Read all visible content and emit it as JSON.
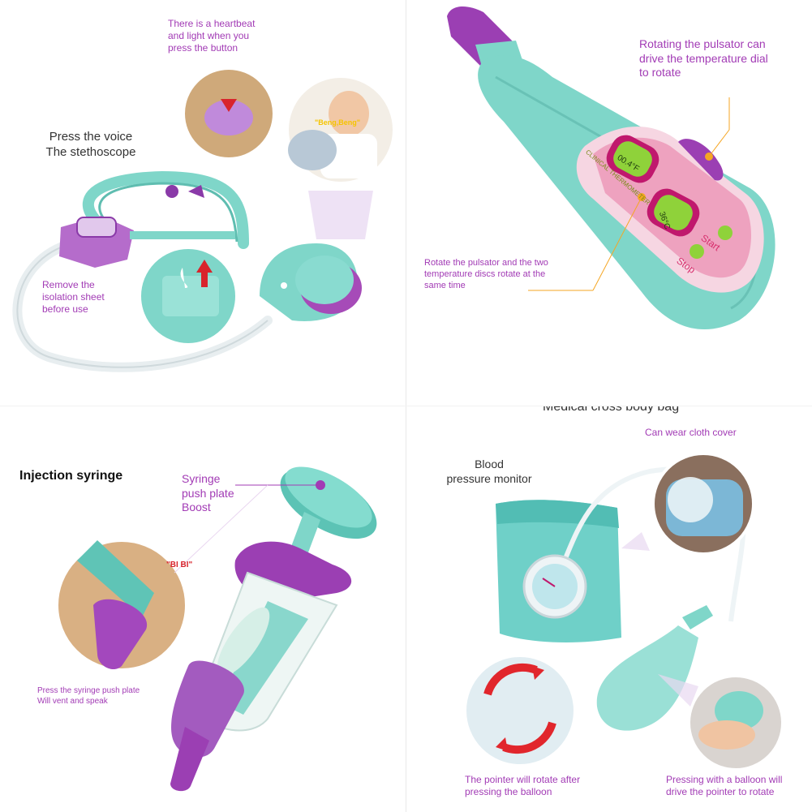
{
  "stethoscope": {
    "title_line1": "Press the voice",
    "title_line2": "The stethoscope",
    "heartbeat_line1": "There is a heartbeat",
    "heartbeat_line2": "and light when you",
    "heartbeat_line3": "press the button",
    "isolation_line1": "Remove the",
    "isolation_line2": "isolation sheet",
    "isolation_line3": "before use",
    "sound_tag": "\"Beng,Beng\""
  },
  "thermometer": {
    "rotate_line1": "Rotating the pulsator can",
    "rotate_line2": "drive the temperature dial",
    "rotate_line3": "to rotate",
    "discs_line1": "Rotate the pulsator and the two",
    "discs_line2": "temperature discs rotate at the",
    "discs_line3": "same time",
    "brand_text": "CLINICAL THERMOMETER",
    "reading_f": "00.4°F",
    "reading_c": "36°C",
    "start_label": "Start",
    "stop_label": "Stop"
  },
  "syringe": {
    "title": "Injection syringe",
    "push_line1": "Syringe",
    "push_line2": "push plate",
    "push_line3": "Boost",
    "speak_line1": "Press the syringe push plate",
    "speak_line2": "Will vent and speak",
    "sound_tag": "\"BI BI\""
  },
  "bag": {
    "title": "Medical cross body bag",
    "cloth_cover": "Can wear cloth cover",
    "monitor_line1": "Blood",
    "monitor_line2": "pressure monitor",
    "pointer_line1": "The pointer will rotate after",
    "pointer_line2": "pressing the balloon",
    "balloon_line1": "Pressing with a balloon will",
    "balloon_line2": "drive the pointer to rotate"
  },
  "colors": {
    "accent_purple": "#a23bb5",
    "teal": "#7fd6c9",
    "pink": "#f2a7c5",
    "orange": "#f5a623"
  }
}
